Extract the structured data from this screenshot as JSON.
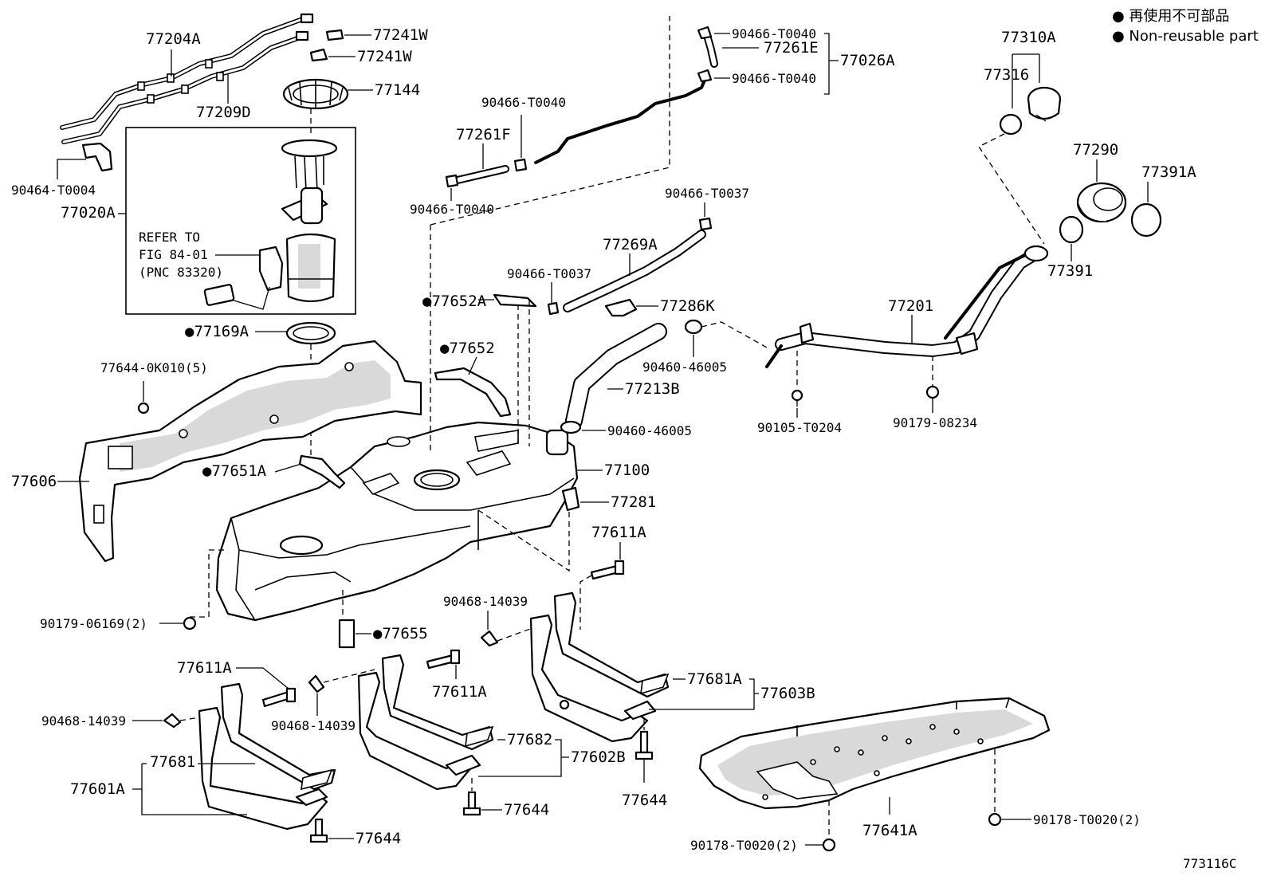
{
  "legend": {
    "line1": "● 再使用不可部品",
    "line2": "● Non-reusable part"
  },
  "figure_id": "773116C",
  "labels": {
    "p77204A": "77204A",
    "p77241W_1": "77241W",
    "p77241W_2": "77241W",
    "p77144": "77144",
    "p77209D": "77209D",
    "p90464_T0004": "90464-T0004",
    "p77020A": "77020A",
    "refer1": "REFER TO",
    "refer2": "FIG 84-01",
    "refer3": "(PNC 83320)",
    "p77169A": "●77169A",
    "p77644_0K010": "77644-0K010(5)",
    "p77606": "77606",
    "p77651A": "●77651A",
    "p90179_06169": "90179-06169(2)",
    "p77655": "●77655",
    "p77611A_left": "77611A",
    "p90468_14039_left": "90468-14039",
    "p90468_14039_mid": "90468-14039",
    "p77681": "77681",
    "p77601A": "77601A",
    "p77644_left": "77644",
    "p77611A_mid": "77611A",
    "p77682": "77682",
    "p77602B": "77602B",
    "p77644_mid": "77644",
    "p90468_14039_c": "90468-14039",
    "p77611A_right": "77611A",
    "p77681A": "77681A",
    "p77603B": "77603B",
    "p77644_right": "77644",
    "p77641A": "77641A",
    "p90178_T0020_a": "90178-T0020(2)",
    "p90178_T0020_b": "90178-T0020(2)",
    "p77281": "77281",
    "p77100": "77100",
    "p90460_46005_a": "90460-46005",
    "p90460_46005_b": "90460-46005",
    "p77213B": "77213B",
    "p77286K": "77286K",
    "p77269A": "77269A",
    "p90466_T0037_a": "90466-T0037",
    "p90466_T0037_b": "90466-T0037",
    "p77652A": "●77652A",
    "p77652": "●77652",
    "p90466_T0040_a": "90466-T0040",
    "p90466_T0040_b": "90466-T0040",
    "p90466_T0040_c": "90466-T0040",
    "p90466_T0040_d": "90466-T0040",
    "p77261F": "77261F",
    "p77261E": "77261E",
    "p77026A": "77026A",
    "p77310A": "77310A",
    "p77316": "77316",
    "p77290": "77290",
    "p77391A": "77391A",
    "p77391": "77391",
    "p77201": "77201",
    "p90105_T0204": "90105-T0204",
    "p90179_08234": "90179-08234"
  }
}
